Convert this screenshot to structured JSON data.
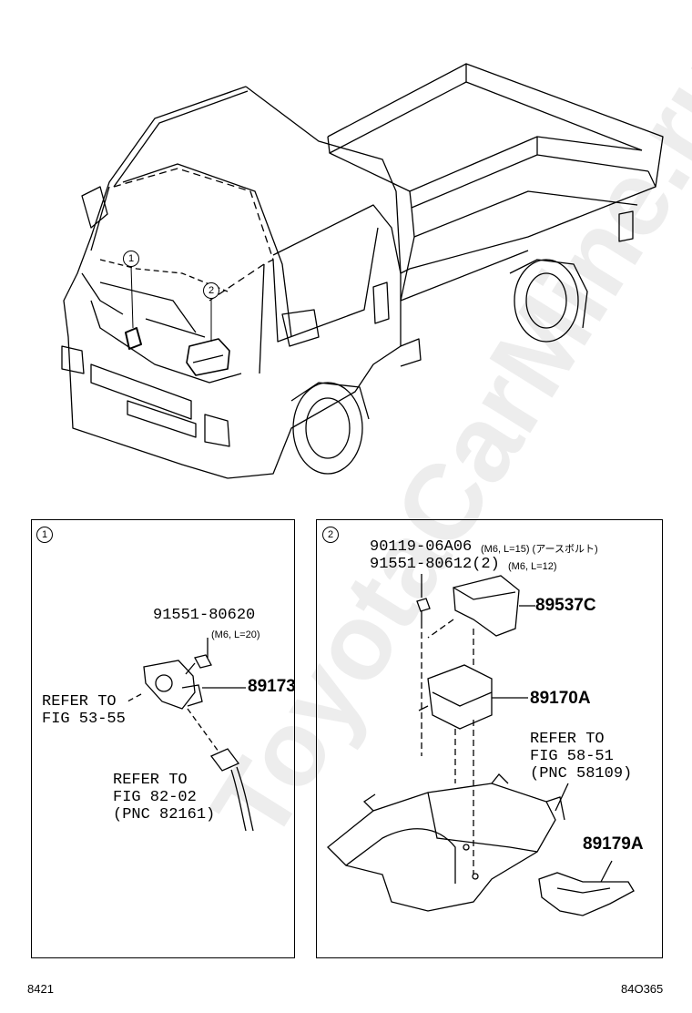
{
  "callouts": {
    "one": "1",
    "two": "2"
  },
  "panel1": {
    "marker": "1",
    "bolt_part": "91551-80620",
    "bolt_spec": "(M6, L=20)",
    "sensor_part": "89173",
    "refer1_line1": "REFER TO",
    "refer1_line2": "FIG 53-55",
    "refer2_line1": "REFER TO",
    "refer2_line2": "FIG 82-02",
    "refer2_line3": "(PNC 82161)"
  },
  "panel2": {
    "marker": "2",
    "bolt1_part": "90119-06A06",
    "bolt1_spec": "(M6, L=15) (アースボルト)",
    "bolt2_part": "91551-80612(2)",
    "bolt2_spec": "(M6, L=12)",
    "cover_part": "89537C",
    "ecu_part": "89170A",
    "refer_line1": "REFER TO",
    "refer_line2": "FIG 58-51",
    "refer_line3": "(PNC 58109)",
    "bracket_part": "89179A"
  },
  "footer": {
    "left": "8421",
    "right": "84O365"
  },
  "watermark": "ToyotaCarMine.ru"
}
